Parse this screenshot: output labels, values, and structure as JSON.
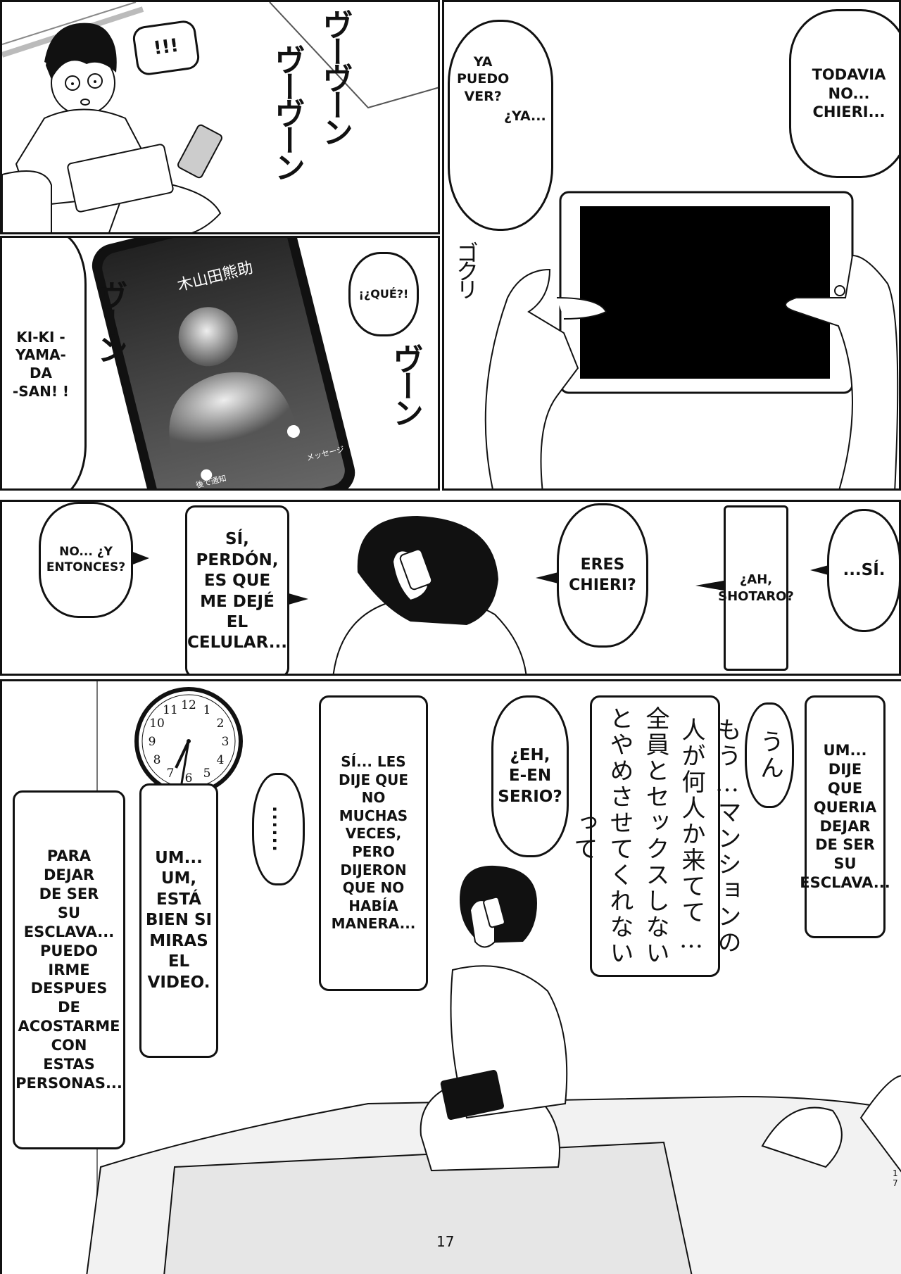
{
  "page": {
    "number": "17",
    "side_number": "1\n7"
  },
  "panel1": {
    "exclaim": "!!!",
    "sfx": [
      "ヴーヴーン",
      "ヴーヴーン"
    ]
  },
  "panel2": {
    "bubble_ya": "YA\nPUEDO\nVER?",
    "bubble_ya2": "¿YA...",
    "bubble_todavia": "TODAVIA\nNO...\nCHIERI...",
    "sfx_gulp": "ゴクリ"
  },
  "panel3": {
    "caller_name": "木山田熊助",
    "remind_label": "後で通知",
    "message_label": "メッセージ",
    "bubble_kiki": "KI-KI -\nYAMA-\nDA\n-SAN! !",
    "bubble_que": "¡¿QUÉ?!",
    "sfx": [
      "ヴーン",
      "ヴーン"
    ]
  },
  "panel4": {
    "bubble_no": "NO... ¿Y\nENTONCES?",
    "bubble_si_perdon": "SÍ,\nPERDÓN,\nES QUE\nME DEJÉ\nEL\nCELULAR...",
    "bubble_eres": "ERES\nCHIERI?",
    "bubble_ah": "¿AH,\nSHOTARO?",
    "bubble_si": "...SÍ."
  },
  "panel5": {
    "clock_numbers": [
      "12",
      "1",
      "2",
      "3",
      "4",
      "5",
      "6",
      "7",
      "8",
      "9",
      "10",
      "11"
    ],
    "bubble_para": "PARA\nDEJAR\nDE SER\nSU\nESCLAVA...\nPUEDO\nIRME\nDESPUES\nDE\nACOSTARME\nCON\nESTAS\nPERSONAS...",
    "bubble_um": "UM...\nUM,\nESTÁ\nBIEN SI\nMIRAS\nEL\nVIDEO.",
    "bubble_dots": "......",
    "bubble_si_les": "SÍ... LES\nDIJE QUE\nNO\nMUCHAS\nVECES,\nPERO\nDIJERON\nQUE NO\nHABÍA\nMANERA...",
    "bubble_eh": "¿EH,\nE-EN\nSERIO?",
    "bubble_jp_long": "もう…マンションの人が何人か来てて…全員とセックスしないとやめさせてくれないって",
    "bubble_un": "うん",
    "bubble_um_dije": "UM...\nDIJE\nQUE\nQUERIA\nDEJAR\nDE SER\nSU\nESCLAVA..."
  }
}
